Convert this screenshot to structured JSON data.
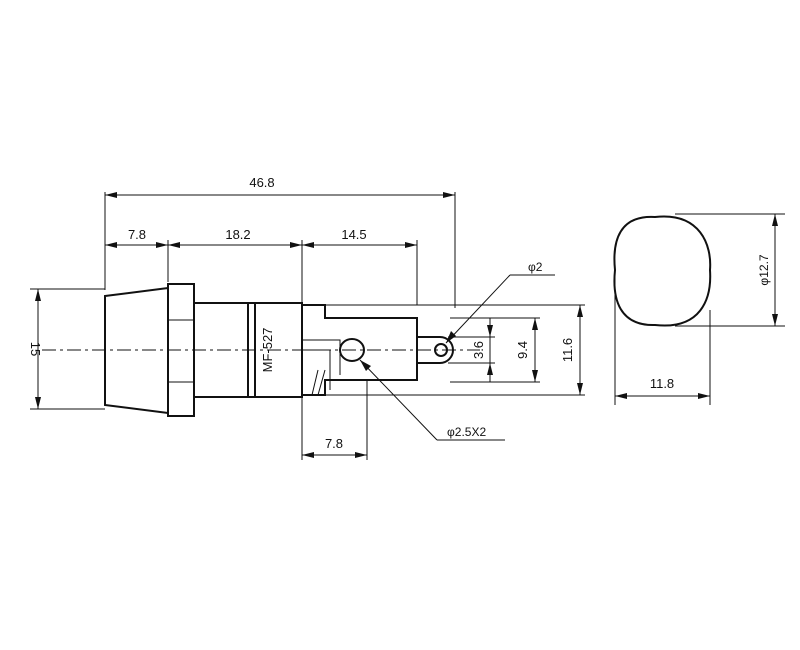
{
  "drawing": {
    "part_number": "MF-527",
    "dimensions": {
      "overall_length": "46.8",
      "cap_length": "7.8",
      "body_length": "18.2",
      "terminal_length": "14.5",
      "lower_offset": "7.8",
      "cap_diameter": "15",
      "dim_3_6": "3.6",
      "dim_9_4": "9.4",
      "dim_11_6": "11.6",
      "hole_diameter": "φ2",
      "screw_holes": "φ2.5X2",
      "end_diameter": "φ12.7",
      "end_width": "11.8"
    }
  }
}
